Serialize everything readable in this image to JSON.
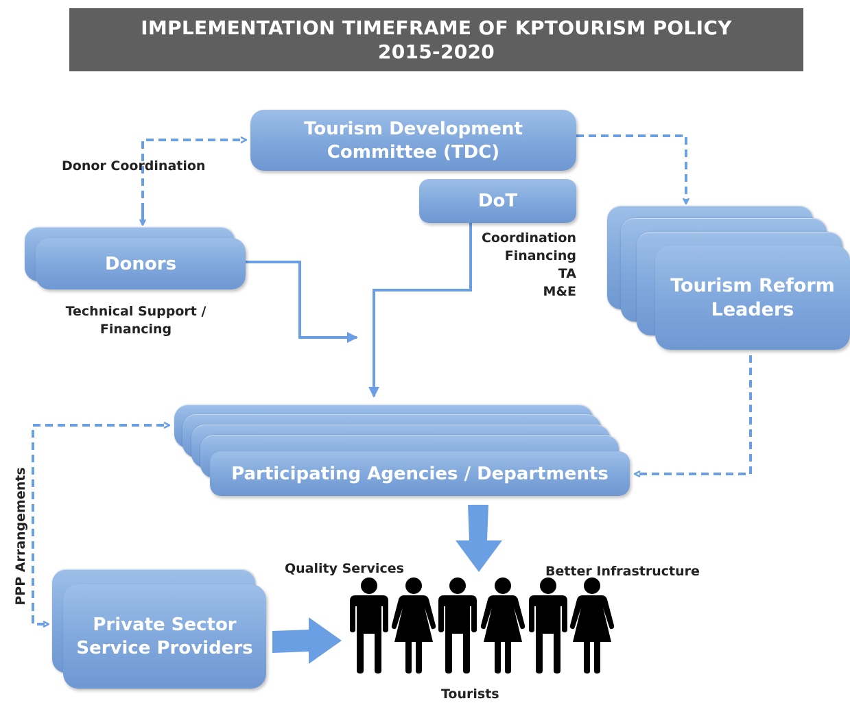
{
  "title": {
    "line1": "IMPLEMENTATION TIMEFRAME OF KPTOURISM POLICY",
    "line2": "2015-2020"
  },
  "nodes": {
    "tdc": {
      "line1": "Tourism Development",
      "line2": "Committee (TDC)"
    },
    "dot": "DoT",
    "donors": "Donors",
    "reform_leaders": {
      "line1": "Tourism Reform",
      "line2": "Leaders"
    },
    "agencies": "Participating Agencies / Departments",
    "private": {
      "line1": "Private Sector",
      "line2": "Service Providers"
    }
  },
  "labels": {
    "donor_coordination": "Donor Coordination",
    "tech_support": {
      "line1": "Technical Support /",
      "line2": "Financing"
    },
    "dot_roles": [
      "Coordination",
      "Financing",
      "TA",
      "M&E"
    ],
    "ppp": "PPP Arrangements",
    "quality_services": "Quality Services",
    "better_infrastructure": "Better Infrastructure",
    "tourists": "Tourists"
  },
  "colors": {
    "connector": "#6b9fe4",
    "box": "#7fa7dc",
    "title_bg": "#5f5f5f"
  },
  "icons": [
    "male-figure-icon",
    "female-figure-icon",
    "male-figure-icon",
    "female-figure-icon",
    "male-figure-icon",
    "female-figure-icon"
  ]
}
